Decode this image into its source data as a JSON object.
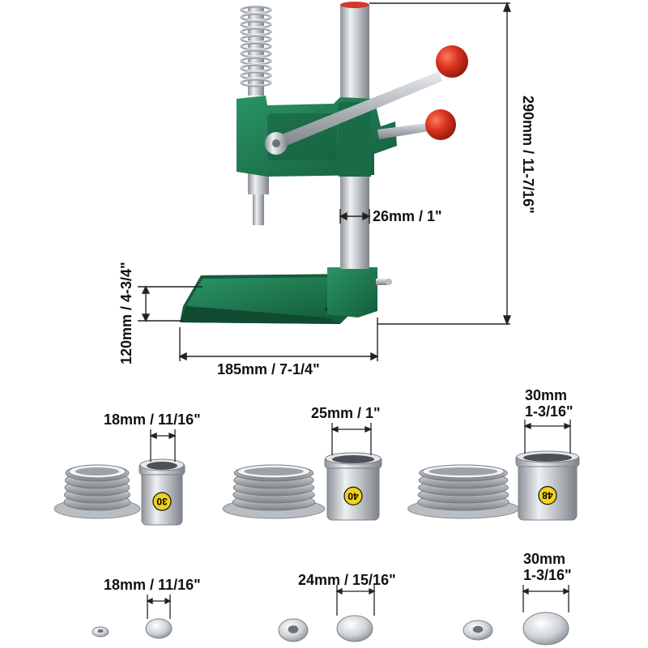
{
  "colors": {
    "machine_green": "#1e7a52",
    "knob_red": "#d8311f",
    "steel": "#c4c8cc",
    "badge_yellow": "#f2d21a"
  },
  "machine": {
    "height_label": "290mm / 11-7/16\"",
    "base_width_label": "185mm / 7-1/4\"",
    "base_height_label": "120mm / 4-3/4\"",
    "column_width_label": "26mm / 1\""
  },
  "dies": [
    {
      "size_label": "18mm / 11/16\"",
      "badge": "30",
      "button_label": "18mm / 11/16\""
    },
    {
      "size_label": "25mm / 1\"",
      "badge": "40",
      "button_label": "24mm / 15/16\""
    },
    {
      "size_label_line1": "30mm",
      "size_label_line2": "1-3/16\"",
      "badge": "48",
      "button_label_line1": "30mm",
      "button_label_line2": "1-3/16\""
    }
  ]
}
